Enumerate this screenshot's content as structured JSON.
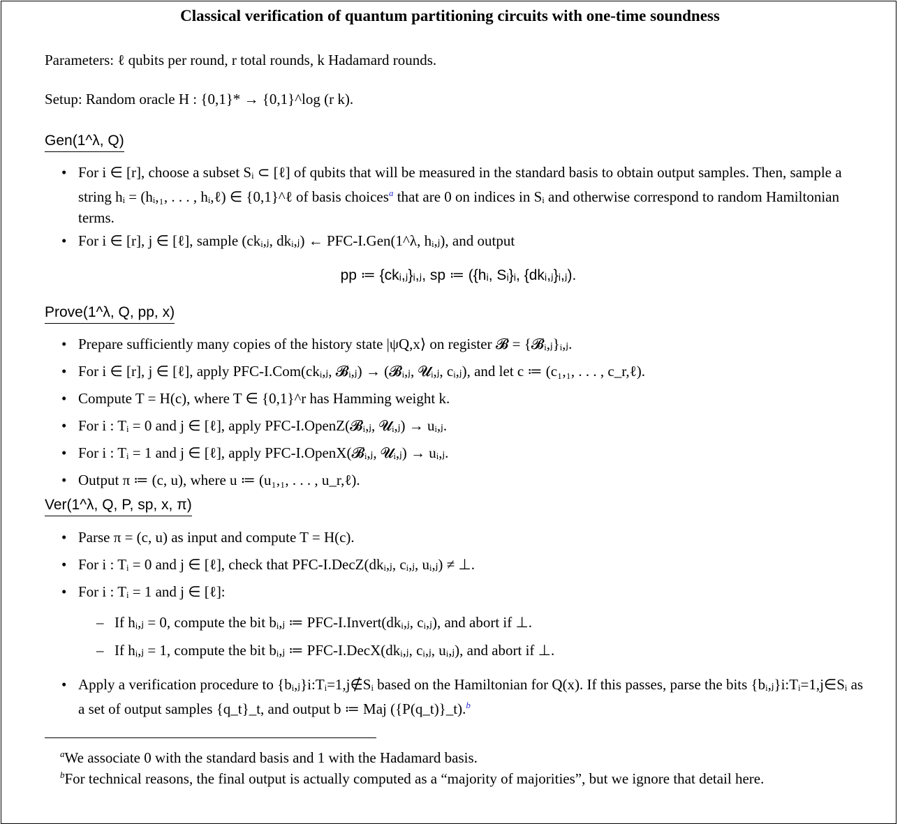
{
  "title": "Classical verification of quantum partitioning circuits with one-time soundness",
  "params": "Parameters: ℓ qubits per round, r total rounds, k Hadamard rounds.",
  "setup": "Setup: Random oracle H : {0,1}* → {0,1}^log (r k).",
  "gen": {
    "heading": "Gen(1^λ, Q)",
    "b1": "For i ∈ [r], choose a subset Sᵢ ⊂ [ℓ] of qubits that will be measured in the standard basis to obtain output samples. Then, sample a string hᵢ = (hᵢ,₁, . . . , hᵢ,ℓ) ∈ {0,1}^ℓ of basis choices",
    "b1_marker": "a",
    "b1_tail": " that are 0 on indices in Sᵢ and otherwise correspond to random Hamiltonian terms.",
    "b2": "For i ∈ [r], j ∈ [ℓ], sample (ckᵢ,ⱼ, dkᵢ,ⱼ) ← PFC-I.Gen(1^λ, hᵢ,ⱼ), and output",
    "eq": "pp ≔ {ckᵢ,ⱼ}ᵢ,ⱼ,  sp ≔ ({hᵢ, Sᵢ}ᵢ, {dkᵢ,ⱼ}ᵢ,ⱼ)."
  },
  "prove": {
    "heading": "Prove(1^λ, Q, pp, x)",
    "items": [
      "Prepare sufficiently many copies of the history state |ψQ,x⟩ on register 𝓑 = {𝓑ᵢ,ⱼ}ᵢ,ⱼ.",
      "For i ∈ [r], j ∈ [ℓ], apply PFC-I.Com(ckᵢ,ⱼ, 𝓑ᵢ,ⱼ) → (𝓑ᵢ,ⱼ, 𝓤ᵢ,ⱼ, cᵢ,ⱼ), and let c ≔ (c₁,₁, . . . , c_r,ℓ).",
      "Compute T = H(c), where T ∈ {0,1}^r has Hamming weight k.",
      "For i : Tᵢ = 0 and j ∈ [ℓ], apply PFC-I.OpenZ(𝓑ᵢ,ⱼ, 𝓤ᵢ,ⱼ) → uᵢ,ⱼ.",
      "For i : Tᵢ = 1 and j ∈ [ℓ], apply PFC-I.OpenX(𝓑ᵢ,ⱼ, 𝓤ᵢ,ⱼ) → uᵢ,ⱼ.",
      "Output π ≔ (c, u), where u ≔ (u₁,₁, . . . , u_r,ℓ)."
    ]
  },
  "ver": {
    "heading": "Ver(1^λ, Q, P, sp, x, π)",
    "items": [
      "Parse π = (c, u) as input and compute T = H(c).",
      "For i : Tᵢ = 0 and j ∈ [ℓ], check that PFC-I.DecZ(dkᵢ,ⱼ, cᵢ,ⱼ, uᵢ,ⱼ) ≠ ⊥.",
      "For i : Tᵢ = 1 and j ∈ [ℓ]:"
    ],
    "subs": [
      "If hᵢ,ⱼ = 0, compute the bit bᵢ,ⱼ ≔ PFC-I.Invert(dkᵢ,ⱼ, cᵢ,ⱼ), and abort if ⊥.",
      "If hᵢ,ⱼ = 1, compute the bit bᵢ,ⱼ ≔ PFC-I.DecX(dkᵢ,ⱼ, cᵢ,ⱼ, uᵢ,ⱼ), and abort if ⊥."
    ],
    "last": "Apply a verification procedure to {bᵢ,ⱼ}i:Tᵢ=1,j∉Sᵢ based on the Hamiltonian for Q(x). If this passes, parse the bits {bᵢ,ⱼ}i:Tᵢ=1,j∈Sᵢ as a set of output samples {q_t}_t, and output b ≔ Maj ({P(q_t)}_t).",
    "last_marker": "b"
  },
  "footnotes": {
    "a_marker": "a",
    "a": "We associate 0 with the standard basis and 1 with the Hadamard basis.",
    "b_marker": "b",
    "b": "For technical reasons, the final output is actually computed as a “majority of majorities”, but we ignore that detail here."
  }
}
